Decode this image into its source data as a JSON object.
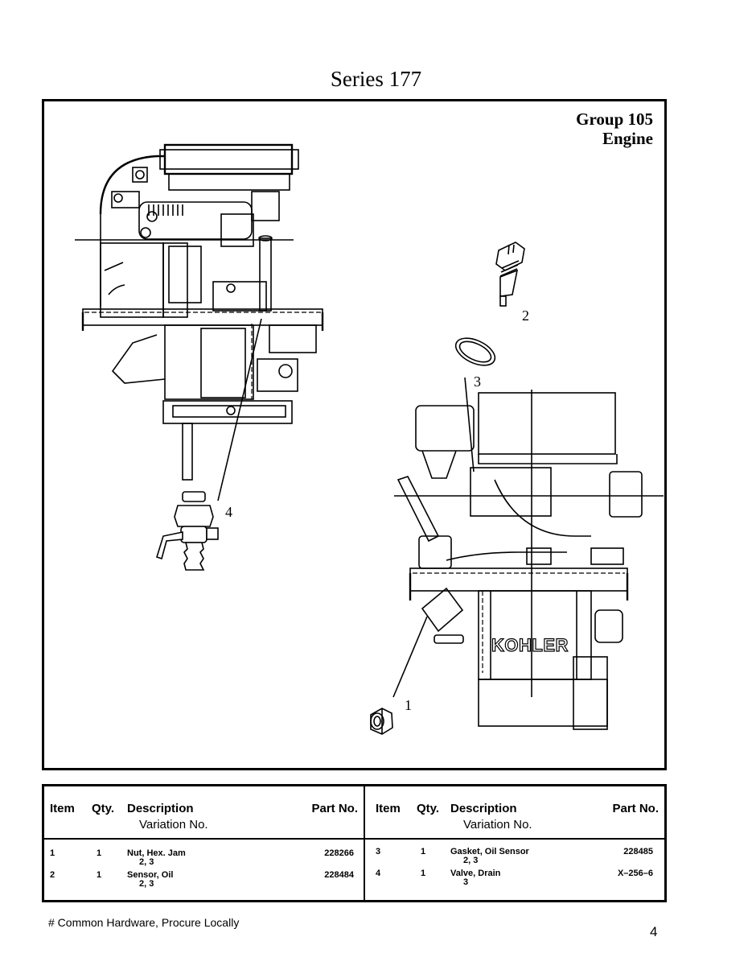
{
  "page": {
    "title": "Series 177",
    "page_number": "4",
    "footnote": "# Common Hardware, Procure Locally"
  },
  "figure": {
    "group_line1": "Group 105",
    "group_line2": "Engine",
    "engine_brand_label": "KOHLER",
    "callouts": [
      "1",
      "2",
      "3",
      "4"
    ]
  },
  "parts_table": {
    "headers": {
      "item": "Item",
      "qty": "Qty.",
      "description": "Description",
      "variation": "Variation No.",
      "part_no": "Part No."
    },
    "left": [
      {
        "item": "1",
        "qty": "1",
        "description": "Nut, Hex. Jam",
        "variation": "2, 3",
        "part_no": "228266"
      },
      {
        "item": "2",
        "qty": "1",
        "description": "Sensor, Oil",
        "variation": "2, 3",
        "part_no": "228484"
      }
    ],
    "right": [
      {
        "item": "3",
        "qty": "1",
        "description": "Gasket, Oil Sensor",
        "variation": "2, 3",
        "part_no": "228485"
      },
      {
        "item": "4",
        "qty": "1",
        "description": "Valve, Drain",
        "variation": "3",
        "part_no": "X–256–6"
      }
    ]
  }
}
